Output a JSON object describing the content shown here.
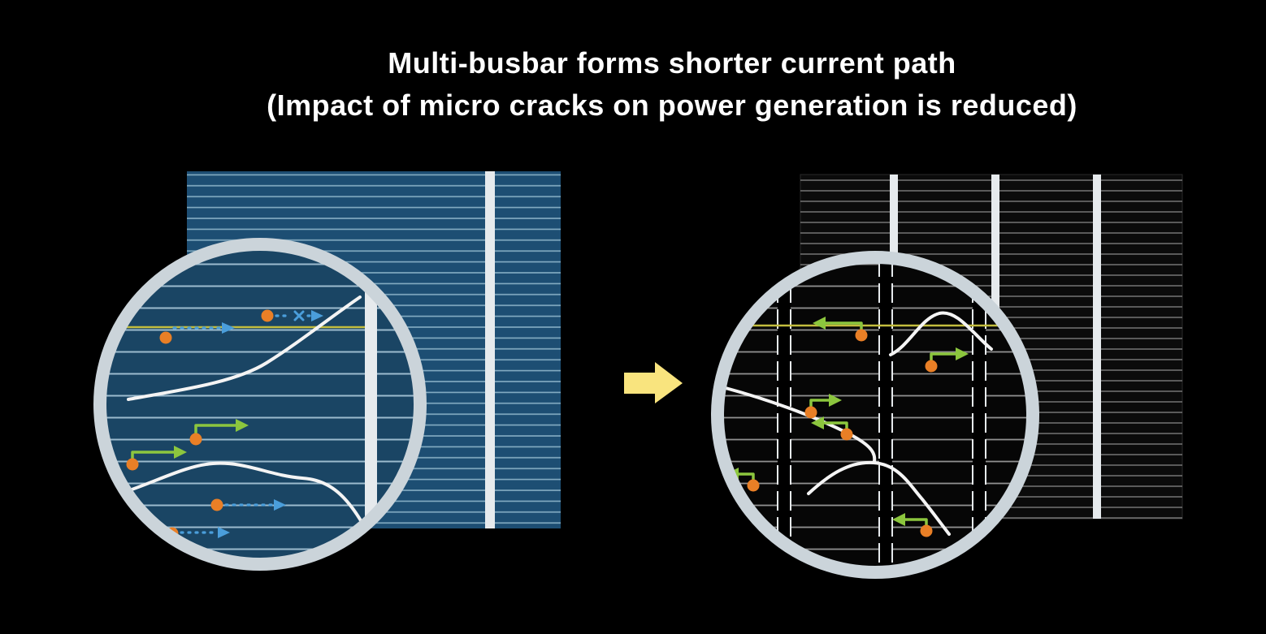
{
  "title": {
    "line1": "Multi-busbar forms shorter current path",
    "line2": "(Impact of micro cracks on power generation is reduced)"
  },
  "icons": {
    "transition_arrow": "block-arrow-right",
    "electron_dot": "filled-circle",
    "long_path_arrow": "dotted-arrow",
    "short_path_arrow": "elbow-arrow",
    "blocked_path": "x-mark"
  },
  "colors": {
    "background": "#000000",
    "title_text": "#ffffff",
    "left_cell": "#1d4e73",
    "left_cell_zoom": "#1a4564",
    "finger_left": "#86aec4",
    "finger_left_zoom": "#9cbbce",
    "right_cell": "#0b0b0b",
    "right_cell_zoom": "#060606",
    "finger_right": "#8d8d8d",
    "finger_right_zoom": "#909090",
    "busbar": "#e6eaed",
    "magnifier_ring": "#cbd4da",
    "crack": "#f4f4f4",
    "yellow_line": "#c3bd3e",
    "electron_dot": "#e97f26",
    "long_path_arrow": "#4a9edb",
    "short_path_arrow": "#8cc63e",
    "transition_arrow": "#f9e47e"
  }
}
